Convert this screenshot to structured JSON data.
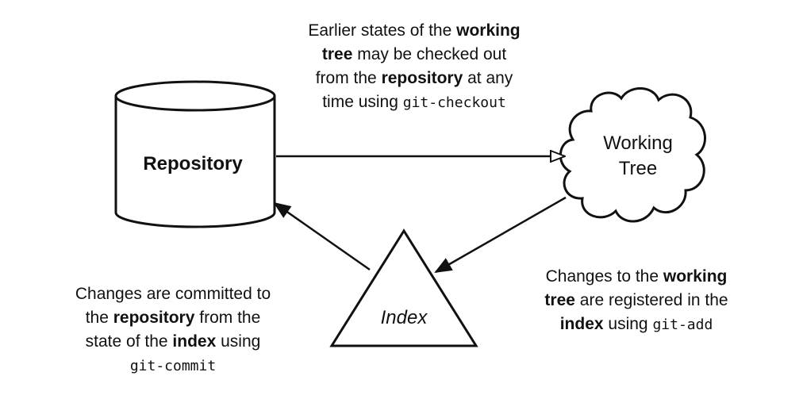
{
  "nodes": {
    "repository": {
      "label": "Repository"
    },
    "working_tree": {
      "label_line1": "Working",
      "label_line2": "Tree"
    },
    "index": {
      "label": "Index"
    }
  },
  "captions": {
    "checkout": {
      "l1_a": "Earlier states of the ",
      "l1_b": "working",
      "l2_a": "tree",
      "l2_b": " may be checked out",
      "l3_a": "from the ",
      "l3_b": "repository",
      "l3_c": " at any",
      "l4_a": "time using ",
      "l4_code": "git-checkout"
    },
    "commit": {
      "l1": "Changes are committed to",
      "l2_a": "the ",
      "l2_b": "repository",
      "l2_c": " from the",
      "l3_a": "state of the ",
      "l3_b": "index",
      "l3_c": " using",
      "l4_code": "git-commit"
    },
    "add": {
      "l1_a": "Changes to the ",
      "l1_b": "working",
      "l2_a": "tree",
      "l2_b": " are registered in the",
      "l3_a": "index",
      "l3_b": " using ",
      "l3_code": "git-add"
    }
  }
}
